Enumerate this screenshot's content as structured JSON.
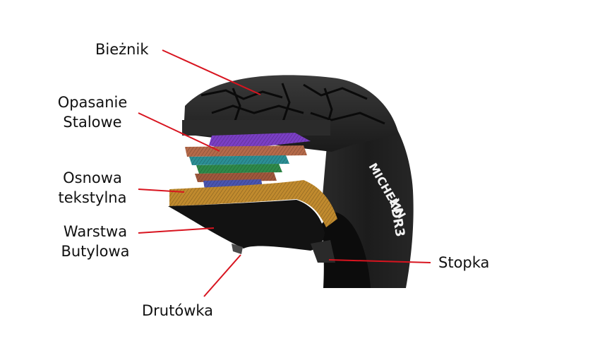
{
  "labels": {
    "tread": "Bieżnik",
    "steel_belt": [
      "Opasanie",
      "Stalowe"
    ],
    "textile_carcass": [
      "Osnowa",
      "tekstylna"
    ],
    "butyl_layer": [
      "Warstwa",
      "Butylowa"
    ],
    "bead_wire": "Drutówka",
    "bead": "Stopka"
  },
  "tire_markings": {
    "brand": "MICHELIN",
    "model": "XDR3"
  },
  "colors": {
    "leader_line": "#d8141f",
    "tire_rubber": "#1e1e1e",
    "belt_purple": "#7b3fc4",
    "belt_copper": "#b56a4a",
    "belt_teal": "#2c8f95",
    "belt_green": "#2f8a4a",
    "belt_blue": "#4a55b0",
    "carcass_gold": "#c08a2e",
    "bead_pink": "#c0307a"
  }
}
